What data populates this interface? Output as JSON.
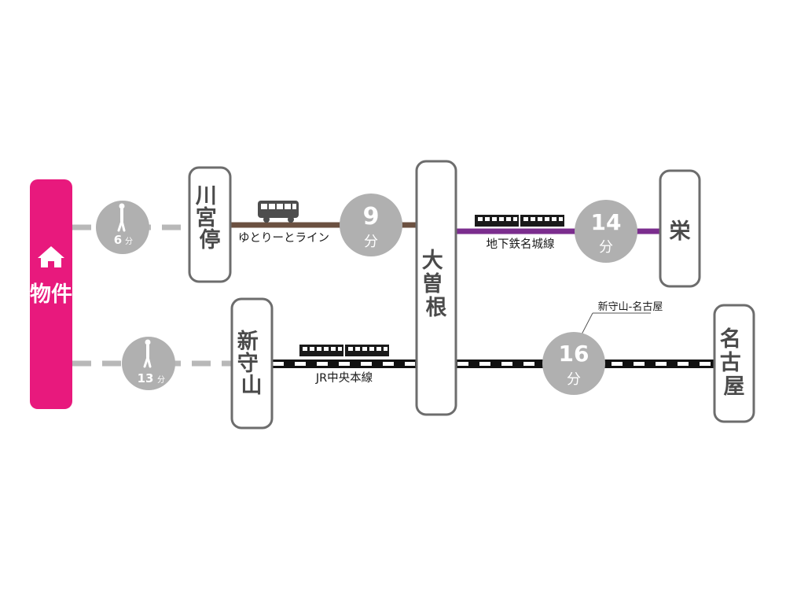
{
  "origin": {
    "label": "物件",
    "color": "#e8197d",
    "icon": "house-icon"
  },
  "walks": [
    {
      "minutes": "6",
      "unit": "分",
      "icon": "walking-person-icon"
    },
    {
      "minutes": "13",
      "unit": "分",
      "icon": "walking-person-icon"
    }
  ],
  "stations": {
    "kawamiyatei": "川宮停",
    "shinmoriyama": "新守山",
    "ozone": "大曽根",
    "sakae": "栄",
    "nagoya": "名古屋"
  },
  "lines": {
    "yutori": {
      "name": "ゆとりーとライン",
      "color": "#6b5040",
      "icon": "bus-icon"
    },
    "meijo": {
      "name": "地下鉄名城線",
      "color": "#7b2d8e",
      "icon": "train-icon"
    },
    "jr_chuo": {
      "name": "JR中央本線",
      "color": "#111111",
      "icon": "train-icon"
    }
  },
  "rides": [
    {
      "id": "yutori",
      "minutes": "9",
      "unit": "分"
    },
    {
      "id": "meijo",
      "minutes": "14",
      "unit": "分"
    },
    {
      "id": "shinmoriyama_nagoya",
      "minutes": "16",
      "unit": "分",
      "note": "新守山-名古屋"
    }
  ],
  "colors": {
    "station_border": "#6d6d6d",
    "station_text": "#4a4a4a",
    "time_circle": "#b0b0b0",
    "walk_dash": "#b8b8b8"
  }
}
